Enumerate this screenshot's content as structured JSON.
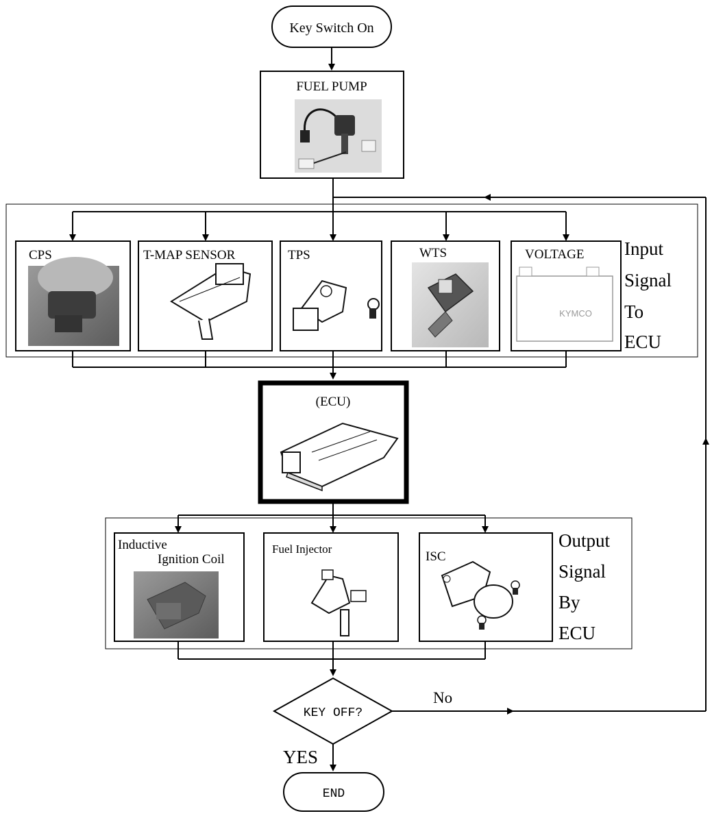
{
  "start": {
    "label": "Key Switch On"
  },
  "fuel_pump": {
    "label": "FUEL PUMP"
  },
  "inputs": [
    {
      "label": "CPS"
    },
    {
      "label": "T-MAP SENSOR"
    },
    {
      "label": "TPS"
    },
    {
      "label": "WTS"
    },
    {
      "label": "VOLTAGE"
    }
  ],
  "input_group_label": [
    "Input",
    "Signal",
    "To",
    "ECU"
  ],
  "ecu": {
    "label": "(ECU)"
  },
  "outputs": [
    {
      "label_line1": "Inductive",
      "label_line2": "Ignition Coil"
    },
    {
      "label": "Fuel Injector"
    },
    {
      "label": "ISC"
    }
  ],
  "output_group_label": [
    "Output",
    "Signal",
    "By",
    "ECU"
  ],
  "decision": {
    "label": "KEY OFF?",
    "no_label": "No",
    "yes_label": "YES"
  },
  "end": {
    "label": "END"
  },
  "battery_brand": "KYMCO"
}
